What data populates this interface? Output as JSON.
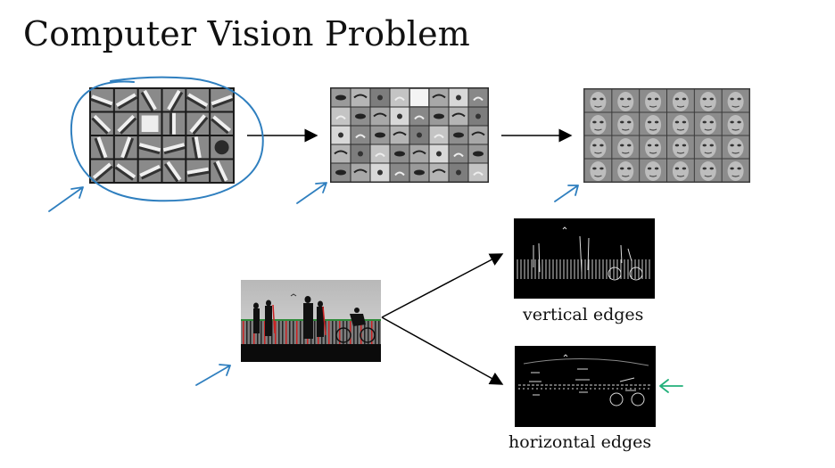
{
  "slide": {
    "title": "Computer Vision Problem"
  },
  "captions": {
    "vertical": "vertical edges",
    "horizontal": "horizontal edges"
  },
  "colors": {
    "ink_blue": "#2f7fbf",
    "green_arrow": "#22b07a",
    "edge_fill": "#000000",
    "red_edge": "#cc2222",
    "green_edge": "#2e8b3a"
  }
}
